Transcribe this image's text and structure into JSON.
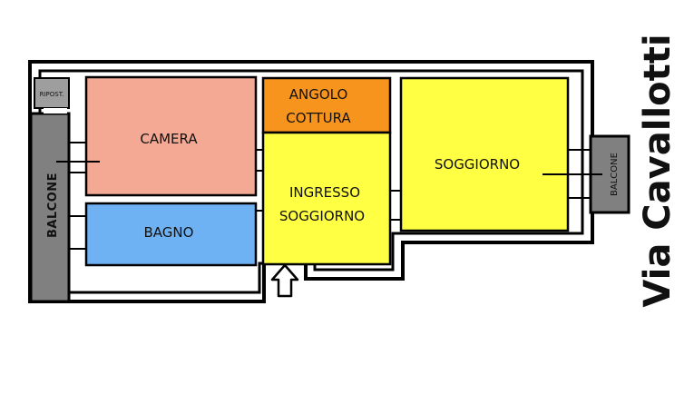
{
  "rooms": {
    "ripostiglio": "RIPOST.",
    "camera": "CAMERA",
    "angolo_cottura_line1": "ANGOLO",
    "angolo_cottura_line2": "COTTURA",
    "ingresso_line1": "INGRESSO",
    "ingresso_line2": "SOGGIORNO",
    "bagno": "BAGNO",
    "soggiorno": "SOGGIORNO",
    "balcone_left": "BALCONE",
    "balcone_right": "BALCONE"
  },
  "street": "Via Cavallotti",
  "colors": {
    "camera": "#f4a995",
    "angolo_cottura": "#f7941d",
    "ingresso": "#ffff44",
    "soggiorno": "#ffff44",
    "bagno": "#6fb2f3",
    "balcone": "#808080",
    "ripostiglio": "#9e9e9e",
    "wall": "#000000"
  },
  "icons": {
    "entrance": "up-arrow-icon"
  }
}
